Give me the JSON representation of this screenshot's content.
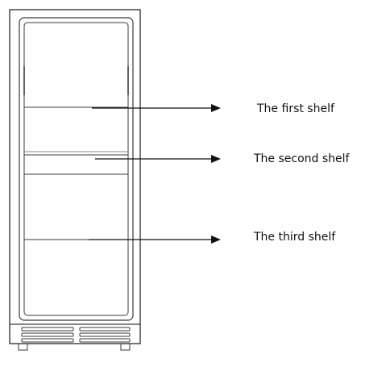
{
  "labels": {
    "first_shelf": "The first shelf",
    "second_shelf": "The second shelf",
    "third_shelf": "The third shelf"
  },
  "colors": {
    "line": "#3a3a3a",
    "arrow": "#111111",
    "text": "#111111",
    "background": "#ffffff"
  }
}
